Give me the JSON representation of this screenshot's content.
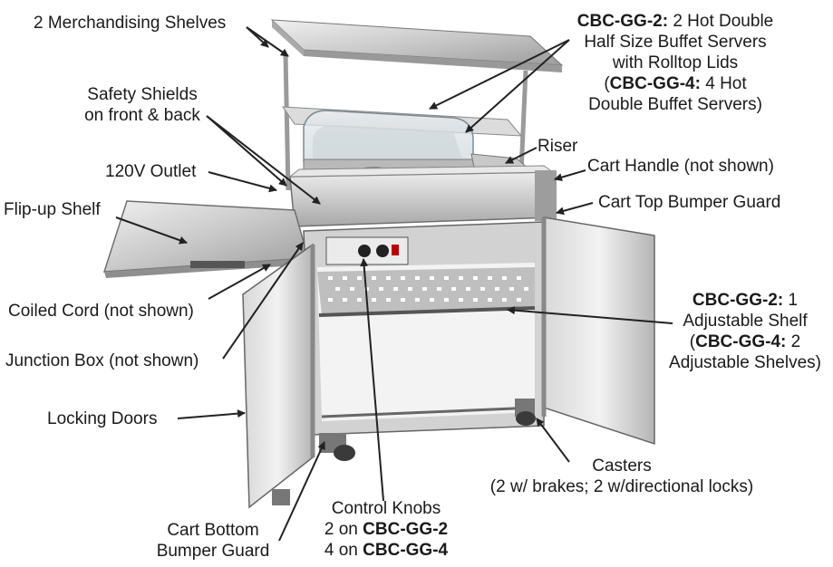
{
  "labels": {
    "merch_shelves": "2 Merchandising Shelves",
    "safety_shields_1": "Safety Shields",
    "safety_shields_2": "on front & back",
    "outlet": "120V Outlet",
    "flip_shelf": "Flip-up Shelf",
    "coiled_cord": "Coiled Cord (not shown)",
    "junction_box": "Junction Box (not shown)",
    "locking_doors": "Locking Doors",
    "bottom_bumper_1": "Cart Bottom",
    "bottom_bumper_2": "Bumper Guard",
    "knobs_1": "Control Knobs",
    "knobs_2_pre": "2 on ",
    "knobs_2_model": "CBC-GG-2",
    "knobs_3_pre": "4 on ",
    "knobs_3_model": "CBC-GG-4",
    "casters_1": "Casters",
    "casters_2": "(2 w/ brakes; 2 w/directional locks)",
    "servers_model": "CBC-GG-2:",
    "servers_1": " 2 Hot Double",
    "servers_2": "Half Size Buffet Servers",
    "servers_3": "with Rolltop Lids",
    "servers_4_pre": "(",
    "servers_4_model": "CBC-GG-4:",
    "servers_4_post": " 4 Hot",
    "servers_5": "Double Buffet Servers)",
    "riser": "Riser",
    "cart_handle": "Cart Handle (not shown)",
    "top_bumper": "Cart Top Bumper Guard",
    "adj_model": "CBC-GG-2:",
    "adj_1": " 1",
    "adj_2": "Adjustable Shelf",
    "adj_3_pre": "(",
    "adj_3_model": "CBC-GG-4:",
    "adj_3_post": " 2",
    "adj_4": "Adjustable Shelves)"
  },
  "colors": {
    "steel_light": "#e4e4e4",
    "steel_mid": "#bdbdbd",
    "steel_dark": "#8a8a8a",
    "arrow": "#222222",
    "text": "#1a1a1a"
  }
}
